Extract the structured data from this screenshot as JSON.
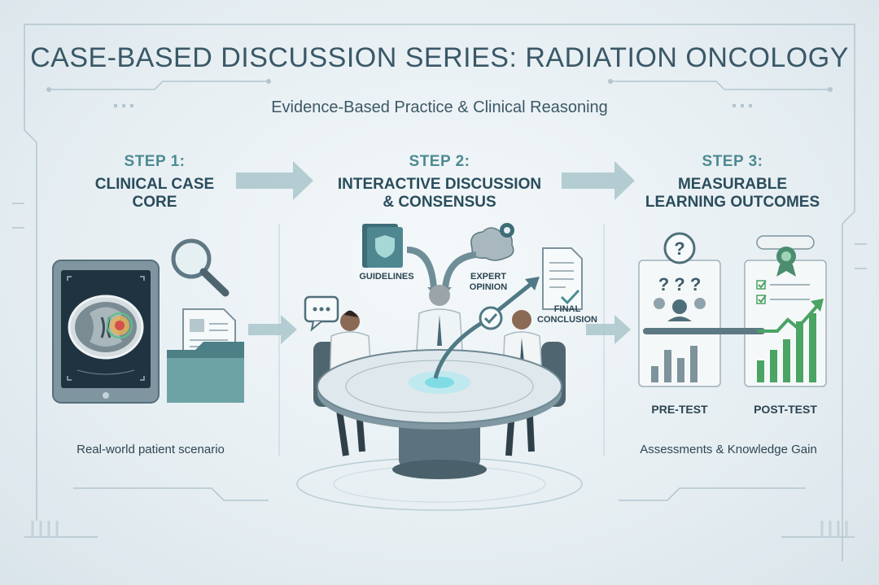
{
  "title": "CASE-BASED DISCUSSION SERIES: RADIATION ONCOLOGY",
  "subtitle": "Evidence-Based Practice & Clinical Reasoning",
  "steps": [
    {
      "number": "STEP 1:",
      "title_line1": "CLINICAL CASE",
      "title_line2": "CORE",
      "caption": "Real-world patient scenario"
    },
    {
      "number": "STEP 2:",
      "title_line1": "INTERACTIVE DISCUSSION",
      "title_line2": "& CONSENSUS",
      "labels": {
        "guidelines": "GUIDELINES",
        "expert_line1": "EXPERT",
        "expert_line2": "OPINION",
        "final_line1": "FINAL",
        "final_line2": "CONCLUSION"
      }
    },
    {
      "number": "STEP 3:",
      "title_line1": "MEASURABLE",
      "title_line2": "LEARNING OUTCOMES",
      "pre_test": "PRE-TEST",
      "post_test": "POST-TEST",
      "caption": "Assessments & Knowledge Gain"
    }
  ],
  "colors": {
    "accent": "#5fa9a8",
    "green": "#4aa463",
    "dark": "#3a5867",
    "frame": "#aebfc8"
  },
  "icons": [
    "tablet-brain-scan-icon",
    "magnifier-icon",
    "folder-icon",
    "document-icon",
    "book-shield-icon",
    "brain-gear-icon",
    "checklist-document-icon",
    "speech-bubble-icon",
    "checkmark-icon",
    "question-bubble-icon",
    "diploma-ribbon-icon",
    "bar-chart-icon"
  ]
}
